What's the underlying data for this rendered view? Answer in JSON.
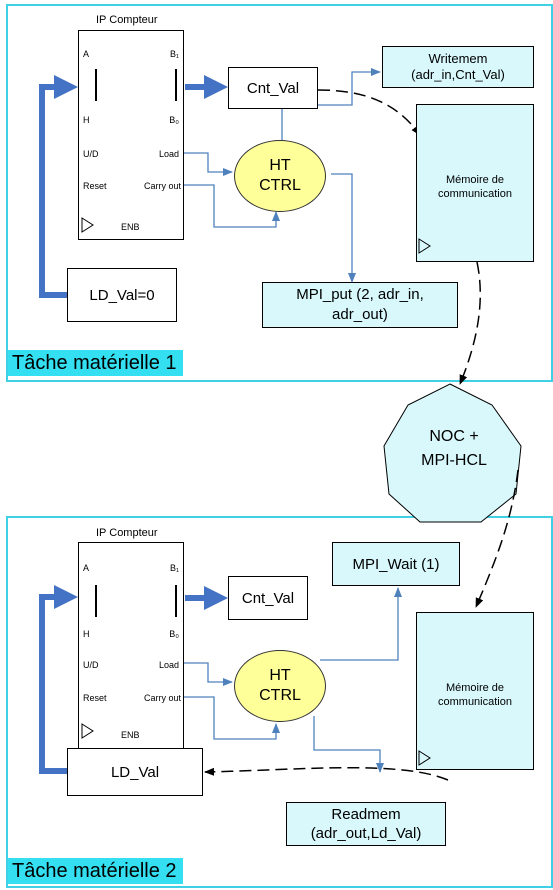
{
  "task1": {
    "label": "Tâche matérielle 1",
    "ip": {
      "title": "IP Compteur",
      "pins": {
        "a": "A",
        "b1": "B₁",
        "h": "H",
        "b0": "B₀",
        "ud": "U/D",
        "load": "Load",
        "reset": "Reset",
        "carry": "Carry out",
        "enb": "ENB"
      }
    },
    "cnt_val": "Cnt_Val",
    "ht_ctrl": "HT\nCTRL",
    "writemem": "Writemem\n(adr_in,Cnt_Val)",
    "memory": "Mémoire de\ncommunication",
    "ld_val": "LD_Val=0",
    "mpi_put": "MPI_put (2, adr_in,\nadr_out)"
  },
  "noc": "NOC +\nMPI-HCL",
  "task2": {
    "label": "Tâche matérielle 2",
    "ip": {
      "title": "IP Compteur",
      "pins": {
        "a": "A",
        "b1": "B₁",
        "h": "H",
        "b0": "B₀",
        "ud": "U/D",
        "load": "Load",
        "reset": "Reset",
        "carry": "Carry out",
        "enb": "ENB"
      }
    },
    "cnt_val": "Cnt_Val",
    "ht_ctrl": "HT\nCTRL",
    "mpi_wait": "MPI_Wait (1)",
    "memory": "Mémoire de\ncommunication",
    "ld_val": "LD_Val",
    "readmem": "Readmem\n(adr_out,Ld_Val)"
  },
  "colors": {
    "frame": "#3fd0e6",
    "label_bg": "#33dff0",
    "ht_fill": "#ffff99",
    "cyan_fill": "#d8f8fc",
    "thick_arrow": "#4472c4",
    "thin_arrow": "#4f81bd"
  }
}
